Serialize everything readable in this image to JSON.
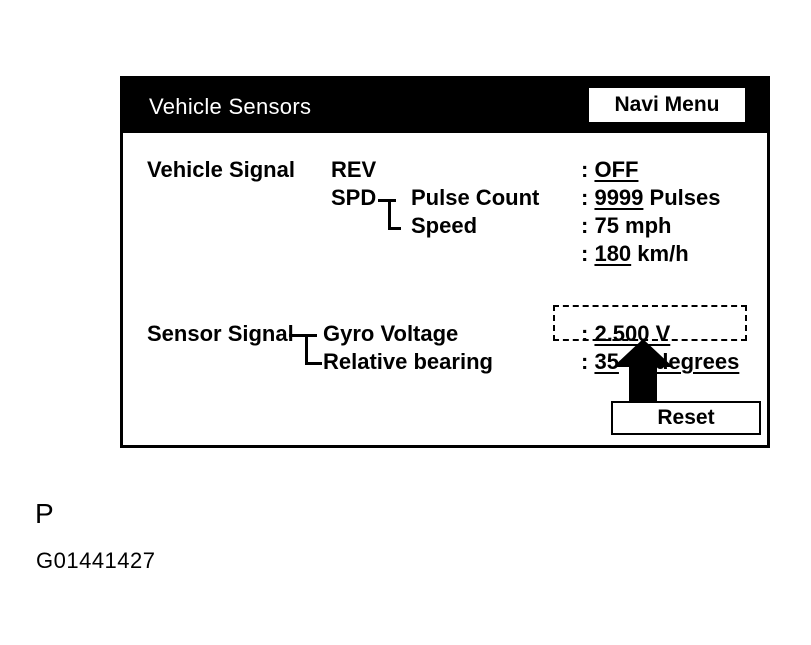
{
  "window": {
    "title": "Vehicle Sensors",
    "navi_button": "Navi Menu"
  },
  "vehicle_signal": {
    "label": "Vehicle Signal",
    "rev_label": "REV",
    "rev_value": "OFF",
    "spd_label": "SPD",
    "pulse_count_label": "Pulse Count",
    "pulse_count_value": "9999",
    "pulse_count_unit": "Pulses",
    "speed_label": "Speed",
    "speed_mph": "75 mph",
    "speed_kmh_value": "180",
    "speed_kmh_unit": "km/h"
  },
  "sensor_signal": {
    "label": "Sensor Signal",
    "gyro_label": "Gyro Voltage",
    "gyro_value": "2.500 V",
    "bearing_label": "Relative bearing",
    "bearing_value": "35",
    "bearing_unit": "degrees"
  },
  "reset_button": "Reset",
  "figure": {
    "letter": "P",
    "id": "G01441427"
  },
  "colors": {
    "titlebar": "#000000",
    "background": "#ffffff"
  }
}
